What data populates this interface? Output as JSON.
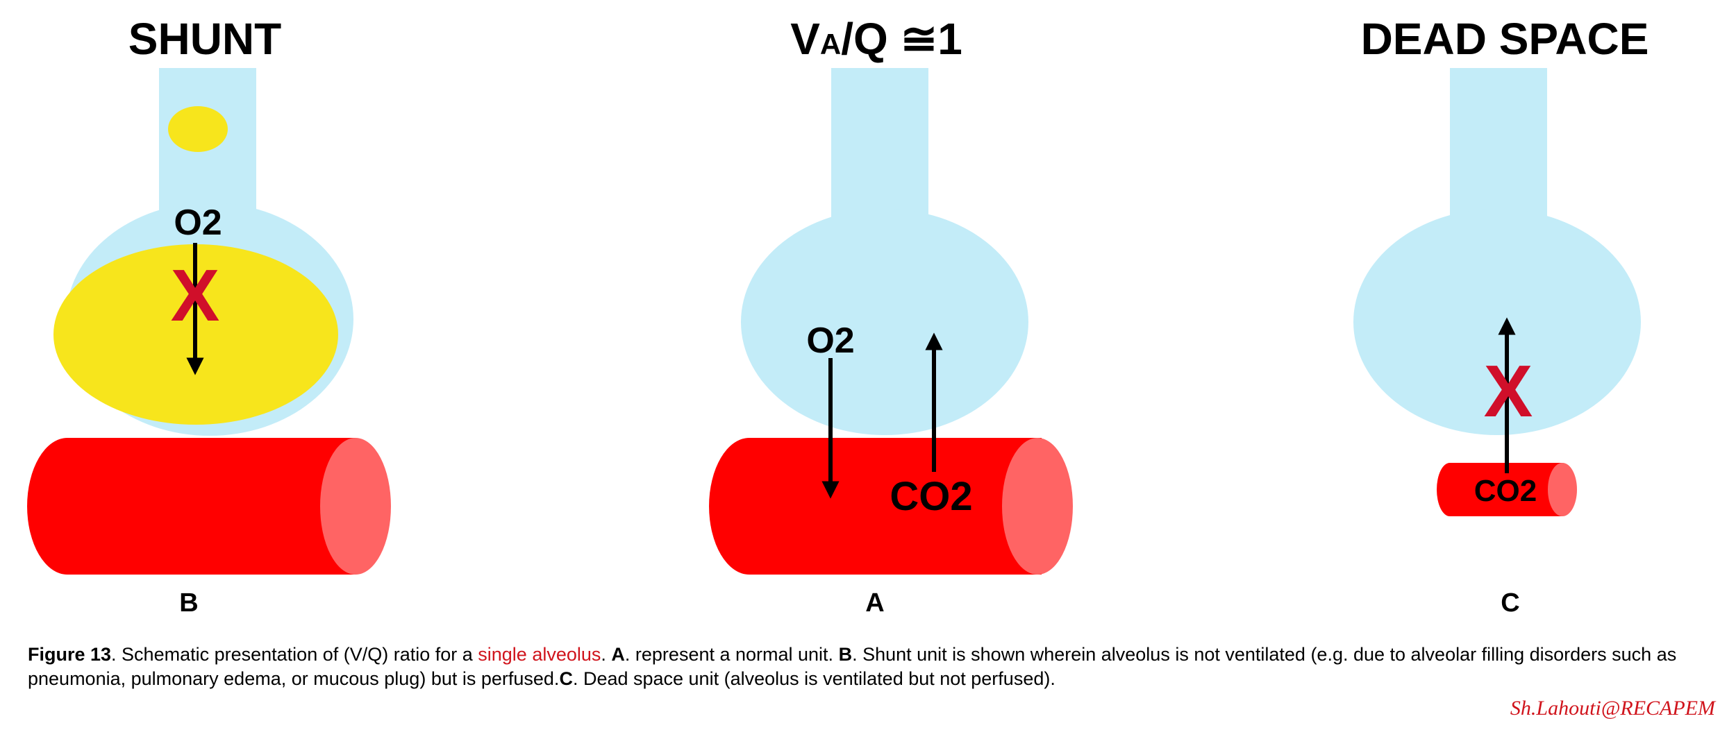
{
  "colors": {
    "airway": "#c3ecf8",
    "fluid": "#f7e51c",
    "vessel": "#ff0000",
    "vessel_end": "#ff6464",
    "block": "#d00f2a",
    "arrow": "#000000",
    "highlight": "#d0141c"
  },
  "panels": {
    "shunt": {
      "title": "SHUNT",
      "gas": "O2",
      "block": "X",
      "letter": "B"
    },
    "normal": {
      "title_v": "V",
      "title_sub": "A",
      "title_rest": "/Q ≅1",
      "gas_in": "O2",
      "gas_out": "CO2",
      "letter": "A"
    },
    "dead_space": {
      "title": "DEAD SPACE",
      "gas": "CO2",
      "block": "X",
      "letter": "C"
    }
  },
  "caption": {
    "figure_label": "Figure 13",
    "text_1": ". Schematic presentation of (V/Q) ratio for a ",
    "highlight": "single alveolus",
    "text_2": ". ",
    "a_label": "A",
    "text_3": ". represent a normal unit. ",
    "b_label": "B",
    "text_4": ". Shunt unit is shown wherein alveolus is not ventilated (e.g. due to alveolar filling disorders such as pneumonia, pulmonary edema, or mucous plug) but is perfused.",
    "c_label": "C",
    "text_5": ". Dead space unit (alveolus is ventilated but not perfused)."
  },
  "signature": "Sh.Lahouti@RECAPEM"
}
